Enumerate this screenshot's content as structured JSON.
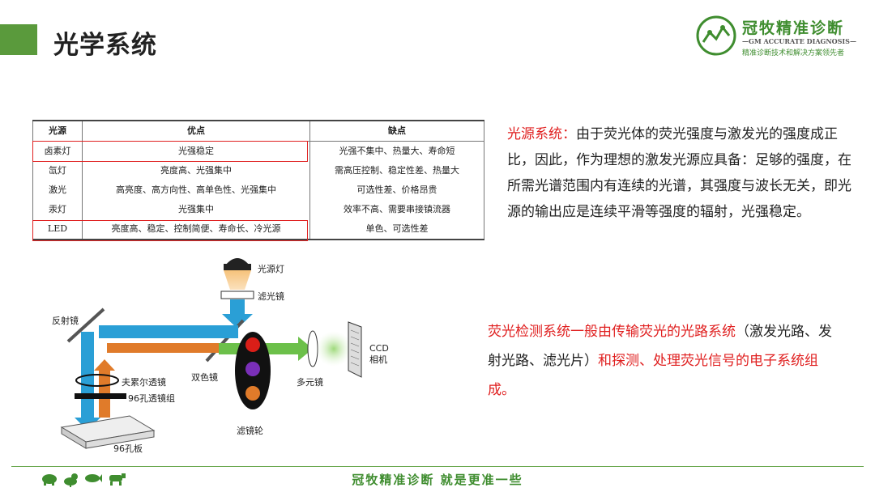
{
  "header": {
    "title": "光学系统"
  },
  "logo": {
    "name": "冠牧精准诊断",
    "english": "—GM ACCURATE DIAGNOSIS—",
    "slogan": "精准诊断技术和解决方案领先者"
  },
  "table": {
    "headers": [
      "光源",
      "优点",
      "缺点"
    ],
    "rows": [
      {
        "source": "卤素灯",
        "pros": "光强稳定",
        "cons": "光强不集中、热量大、寿命短"
      },
      {
        "source": "氙灯",
        "pros": "亮度高、光强集中",
        "cons": "需高压控制、稳定性差、热量大"
      },
      {
        "source": "激光",
        "pros": "高亮度、高方向性、高单色性、光强集中",
        "cons": "可选性差、价格昂贵"
      },
      {
        "source": "汞灯",
        "pros": "光强集中",
        "cons": "效率不高、需要串接镇流器"
      },
      {
        "source": "LED",
        "pros": "亮度高、稳定、控制简便、寿命长、冷光源",
        "cons": "单色、可选性差"
      }
    ]
  },
  "paragraph1": {
    "red_lead": "光源系统：",
    "body": "由于荧光体的荧光强度与激发光的强度成正比，因此，作为理想的激发光源应具备：足够的强度，在所需光谱范围内有连续的光谱，其强度与波长无关，即光源的输出应是连续平滑等强度的辐射，光强稳定。"
  },
  "paragraph2": {
    "red_lead": "荧光检测系统一般由传输荧光的光路系统",
    "black_mid": "（激发光路、发射光路、滤光片）",
    "red_tail": "和探测、处理荧光信号的电子系统组成。"
  },
  "diagram": {
    "labels": {
      "lamp": "光源灯",
      "filter": "滤光镜",
      "reflector": "反射镜",
      "fresnel": "夫累尔透镜",
      "lens_group": "96孔透镜组",
      "dichroic": "双色镜",
      "filter_wheel": "滤镜轮",
      "multi_lens": "多元镜",
      "ccd": "CCD\n相机",
      "plate": "96孔板"
    },
    "colors": {
      "blue_beam": "#2a9fd6",
      "orange_beam": "#e07b2a",
      "green_beam": "#6cc04a"
    }
  },
  "footer": {
    "text": "冠牧精准诊断  就是更准一些",
    "icons": [
      "pig-icon",
      "chicken-icon",
      "fish-icon",
      "cow-icon"
    ]
  },
  "colors": {
    "brand_green": "#3f8d2f",
    "accent_red": "#e02020"
  }
}
